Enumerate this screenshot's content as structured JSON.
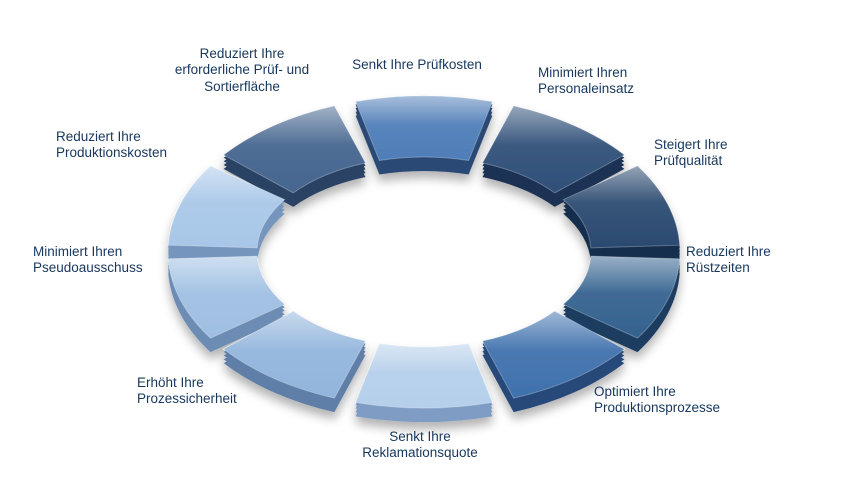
{
  "page": {
    "background_color": "#ffffff"
  },
  "diagram": {
    "type": "segmented-cycle-ring",
    "text_color": "#17375d",
    "segments": [
      {
        "label": "Senkt Ihre Prüfkosten",
        "face_color": "#4f7db8",
        "side_color": "#2b4a74"
      },
      {
        "label": "Minimiert Ihren Personaleinsatz",
        "face_color": "#2f4f78",
        "side_color": "#1b3254"
      },
      {
        "label": "Steigert Ihre Prüfqualität",
        "face_color": "#2b4a70",
        "side_color": "#182f4e"
      },
      {
        "label": "Reduziert Ihre Rüstzeiten",
        "face_color": "#34628f",
        "side_color": "#1e3e60"
      },
      {
        "label": "Optimiert Ihre Produktionsprozesse",
        "face_color": "#3f71ad",
        "side_color": "#27497a"
      },
      {
        "label": "Senkt Ihre Reklamationsquote",
        "face_color": "#b5cfeb",
        "side_color": "#7e9cc4"
      },
      {
        "label": "Erhöht Ihre Prozessicherheit",
        "face_color": "#92b5dc",
        "side_color": "#5f7fa8"
      },
      {
        "label": "Minimiert Ihren Pseudoausschuss",
        "face_color": "#9fbfe2",
        "side_color": "#6c8cb4"
      },
      {
        "label": "Reduziert Ihre Produktionskosten",
        "face_color": "#a8c7e8",
        "side_color": "#7495bd"
      },
      {
        "label": "Reduziert Ihre erforderliche Prüf- und Sortierfläche",
        "face_color": "#45658f",
        "side_color": "#2a4263"
      }
    ]
  }
}
